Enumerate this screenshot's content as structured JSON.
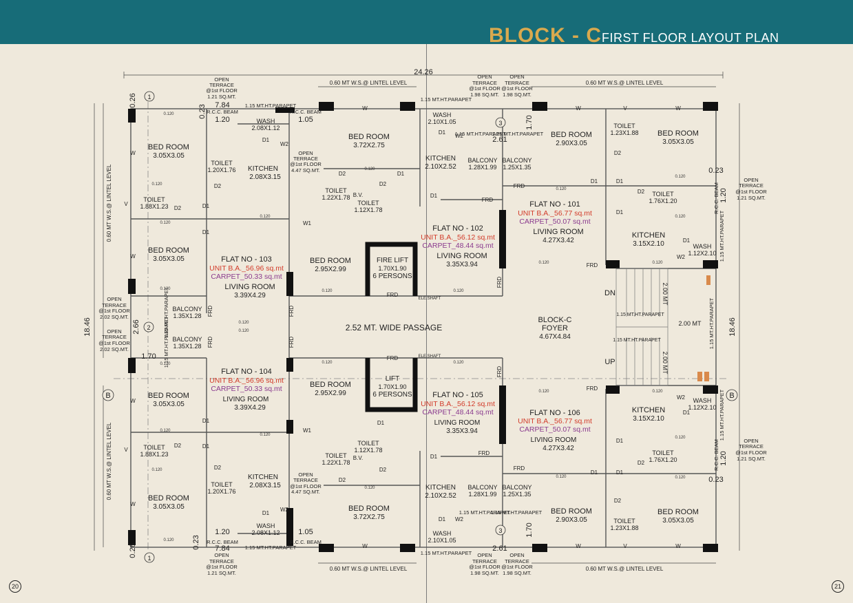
{
  "header": {
    "block_title": "BLOCK - C",
    "plan_title": "FIRST FLOOR  LAYOUT PLAN",
    "bg_color": "#176c78",
    "accent_color": "#d9a94e"
  },
  "page_numbers": {
    "left": "20",
    "right": "21"
  },
  "flats": [
    {
      "name": "FLAT NO - 101",
      "unit": "UNIT B.A._56.77 sq.mt",
      "carpet": "CARPET_50.07 sq.mt"
    },
    {
      "name": "FLAT NO - 102",
      "unit": "UNIT B.A._56.12 sq.mt",
      "carpet": "CARPET_48.44 sq.mt"
    },
    {
      "name": "FLAT NO - 103",
      "unit": "UNIT B.A._56.96 sq.mt",
      "carpet": "CARPET_50.33 sq.mt"
    },
    {
      "name": "FLAT NO - 104",
      "unit": "UNIT B.A._56.96 sq.mt",
      "carpet": "CARPET_50.33 sq.mt"
    },
    {
      "name": "FLAT NO - 105",
      "unit": "UNIT B.A._56.12 sq.mt",
      "carpet": "CARPET_48.44 sq.mt"
    },
    {
      "name": "FLAT NO - 106",
      "unit": "UNIT B.A._56.77 sq.mt",
      "carpet": "CARPET_50.07 sq.mt"
    }
  ],
  "plan": {
    "overall_width": "24.26",
    "overall_depth": "18.46",
    "lintel_side": "0.60 MT W.S.@ LINTEL LEVEL",
    "lintel_top": "0.60 MT W.S.@ LINTEL LEVEL",
    "passage": "2.52 MT. WIDE PASSAGE",
    "foyer": "BLOCK-C",
    "foyer2": "FOYER",
    "foyer_size": "4.67X4.84",
    "fire_lift": "FIRE LIFT",
    "fire_lift_size": "1.70X1.90",
    "lift": "LIFT",
    "lift_size": "1.70X1.90",
    "persons": "6 PERSONS",
    "dn": "DN",
    "up": "UP",
    "stair1": "2.00 MT",
    "stair2": "2.00 MT",
    "stair3": "2.00 MT",
    "parapet": "1.15 MT.HT.PARAPET",
    "rcc_beam": "R.C.C. BEAM",
    "open_terrace": "OPEN",
    "terrace": "TERRACE",
    "at_1st": "@1st FLOOR",
    "t121": "1.21 SQ.MT.",
    "t198": "1.98 SQ.MT.",
    "t202": "2.02 SQ.MT.",
    "t447": "4.47 SQ.MT.",
    "shaft": "ELE.SHAFT",
    "axis_b": "B",
    "axis_1": "1",
    "axis_2": "2",
    "axis_3": "3"
  },
  "rooms": {
    "bed": "BED ROOM",
    "kitchen": "KITCHEN",
    "toilet": "TOILET",
    "living": "LIVING ROOM",
    "balcony": "BALCONY",
    "wash": "WASH",
    "bv": "B.V."
  },
  "dims": {
    "d305": "3.05X3.05",
    "d372": "3.72X2.75",
    "d290": "2.90X3.05",
    "d295": "2.95X2.99",
    "d208": "2.08X3.15",
    "d210k": "2.10X2.52",
    "d315": "3.15X2.10",
    "d335": "3.35X3.94",
    "d339": "3.39X4.29",
    "d427": "4.27X3.42",
    "d188": "1.88X1.23",
    "d120": "1.20X1.76",
    "d122": "1.22X1.78",
    "d112": "1.12X1.78",
    "d123": "1.23X1.88",
    "d176": "1.76X1.20",
    "d128": "1.28X1.99",
    "d125": "1.25X1.35",
    "d135": "1.35X1.28",
    "d2081": "2.08X1.12",
    "d2101": "2.10X1.05",
    "d1121": "1.12X2.10",
    "v784": "7.84",
    "v120": "1.20",
    "v105": "1.05",
    "v170": "1.70",
    "v261": "2.61",
    "v266": "2.66",
    "v023": "0.23",
    "v026": "0.26",
    "v0120": "0.120"
  },
  "doors": {
    "d1": "D1",
    "d2": "D2",
    "w": "W",
    "w1": "W1",
    "w2": "W2",
    "v": "V",
    "frd": "FRD"
  }
}
